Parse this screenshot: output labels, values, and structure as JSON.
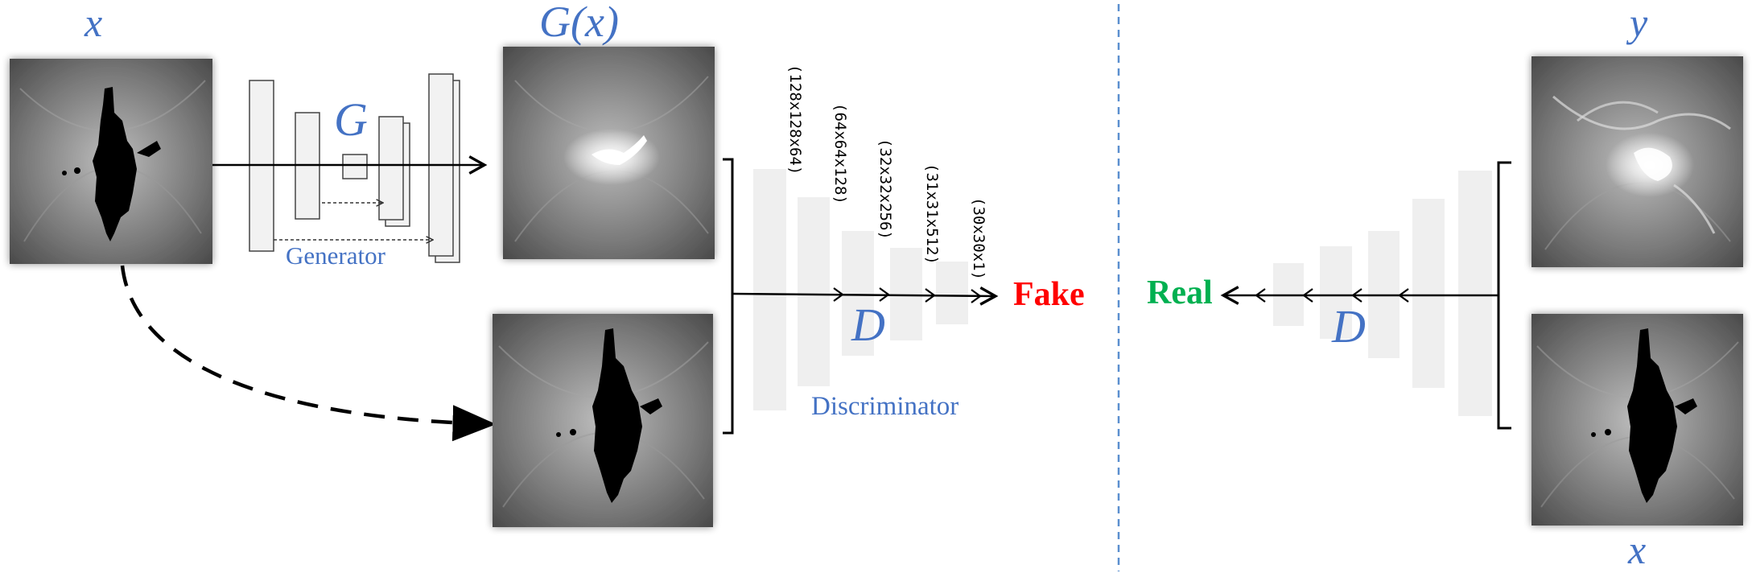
{
  "labels": {
    "x_top_left": "x",
    "gx_top": "G(x)",
    "y_top_right": "y",
    "x_bottom_right": "x",
    "g_symbol": "G",
    "d_symbol_left": "D",
    "d_symbol_right": "D",
    "generator": "Generator",
    "discriminator": "Discriminator",
    "fake": "Fake",
    "real": "Real"
  },
  "dimensions": [
    "(128x128x64)",
    "(64x64x128)",
    "(32x32x256)",
    "(31x31x512)",
    "(30x30x1)"
  ],
  "colors": {
    "label_blue": "#4472c4",
    "fake_red": "#ff0000",
    "real_green": "#00b050",
    "layer_fill": "#efefef",
    "divider": "#5b8fcf"
  },
  "images": [
    {
      "name": "input-image-x",
      "content": "masked solar image"
    },
    {
      "name": "generated-image-gx",
      "content": "generated solar image"
    },
    {
      "name": "input-image-x-copy",
      "content": "masked solar image"
    },
    {
      "name": "target-image-y",
      "content": "real solar image"
    },
    {
      "name": "input-image-x-right",
      "content": "masked solar image"
    }
  ]
}
